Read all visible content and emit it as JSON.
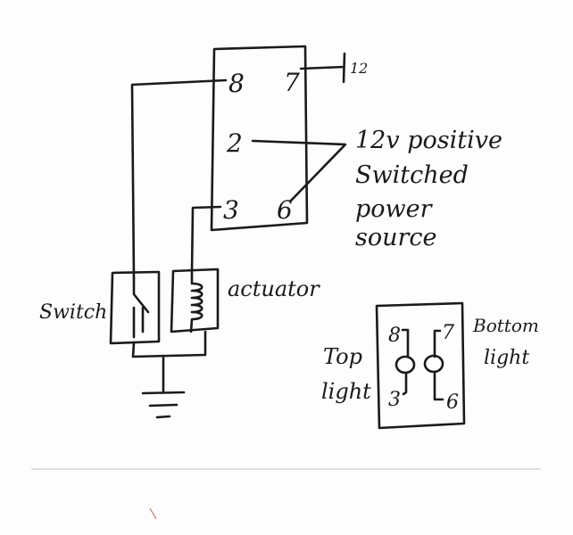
{
  "relay": {
    "pins": {
      "p8": "8",
      "p7": "7",
      "p2": "2",
      "p3": "3",
      "p6": "6"
    },
    "pin7_label": "12"
  },
  "power_note": {
    "line1": "12v positive",
    "line2": "Switched",
    "line3": "power",
    "line4": "source"
  },
  "switch_label": "Switch",
  "actuator_label": "actuator",
  "lights": {
    "pins": {
      "p8": "8",
      "p7": "7",
      "p3": "3",
      "p6": "6"
    },
    "top_label_1": "Top",
    "top_label_2": "light",
    "bottom_label_1": "Bottom",
    "bottom_label_2": "light"
  },
  "colors": {
    "ink": "#1a1a1a",
    "rule": "#d0d0d0",
    "mark": "#c86464"
  }
}
